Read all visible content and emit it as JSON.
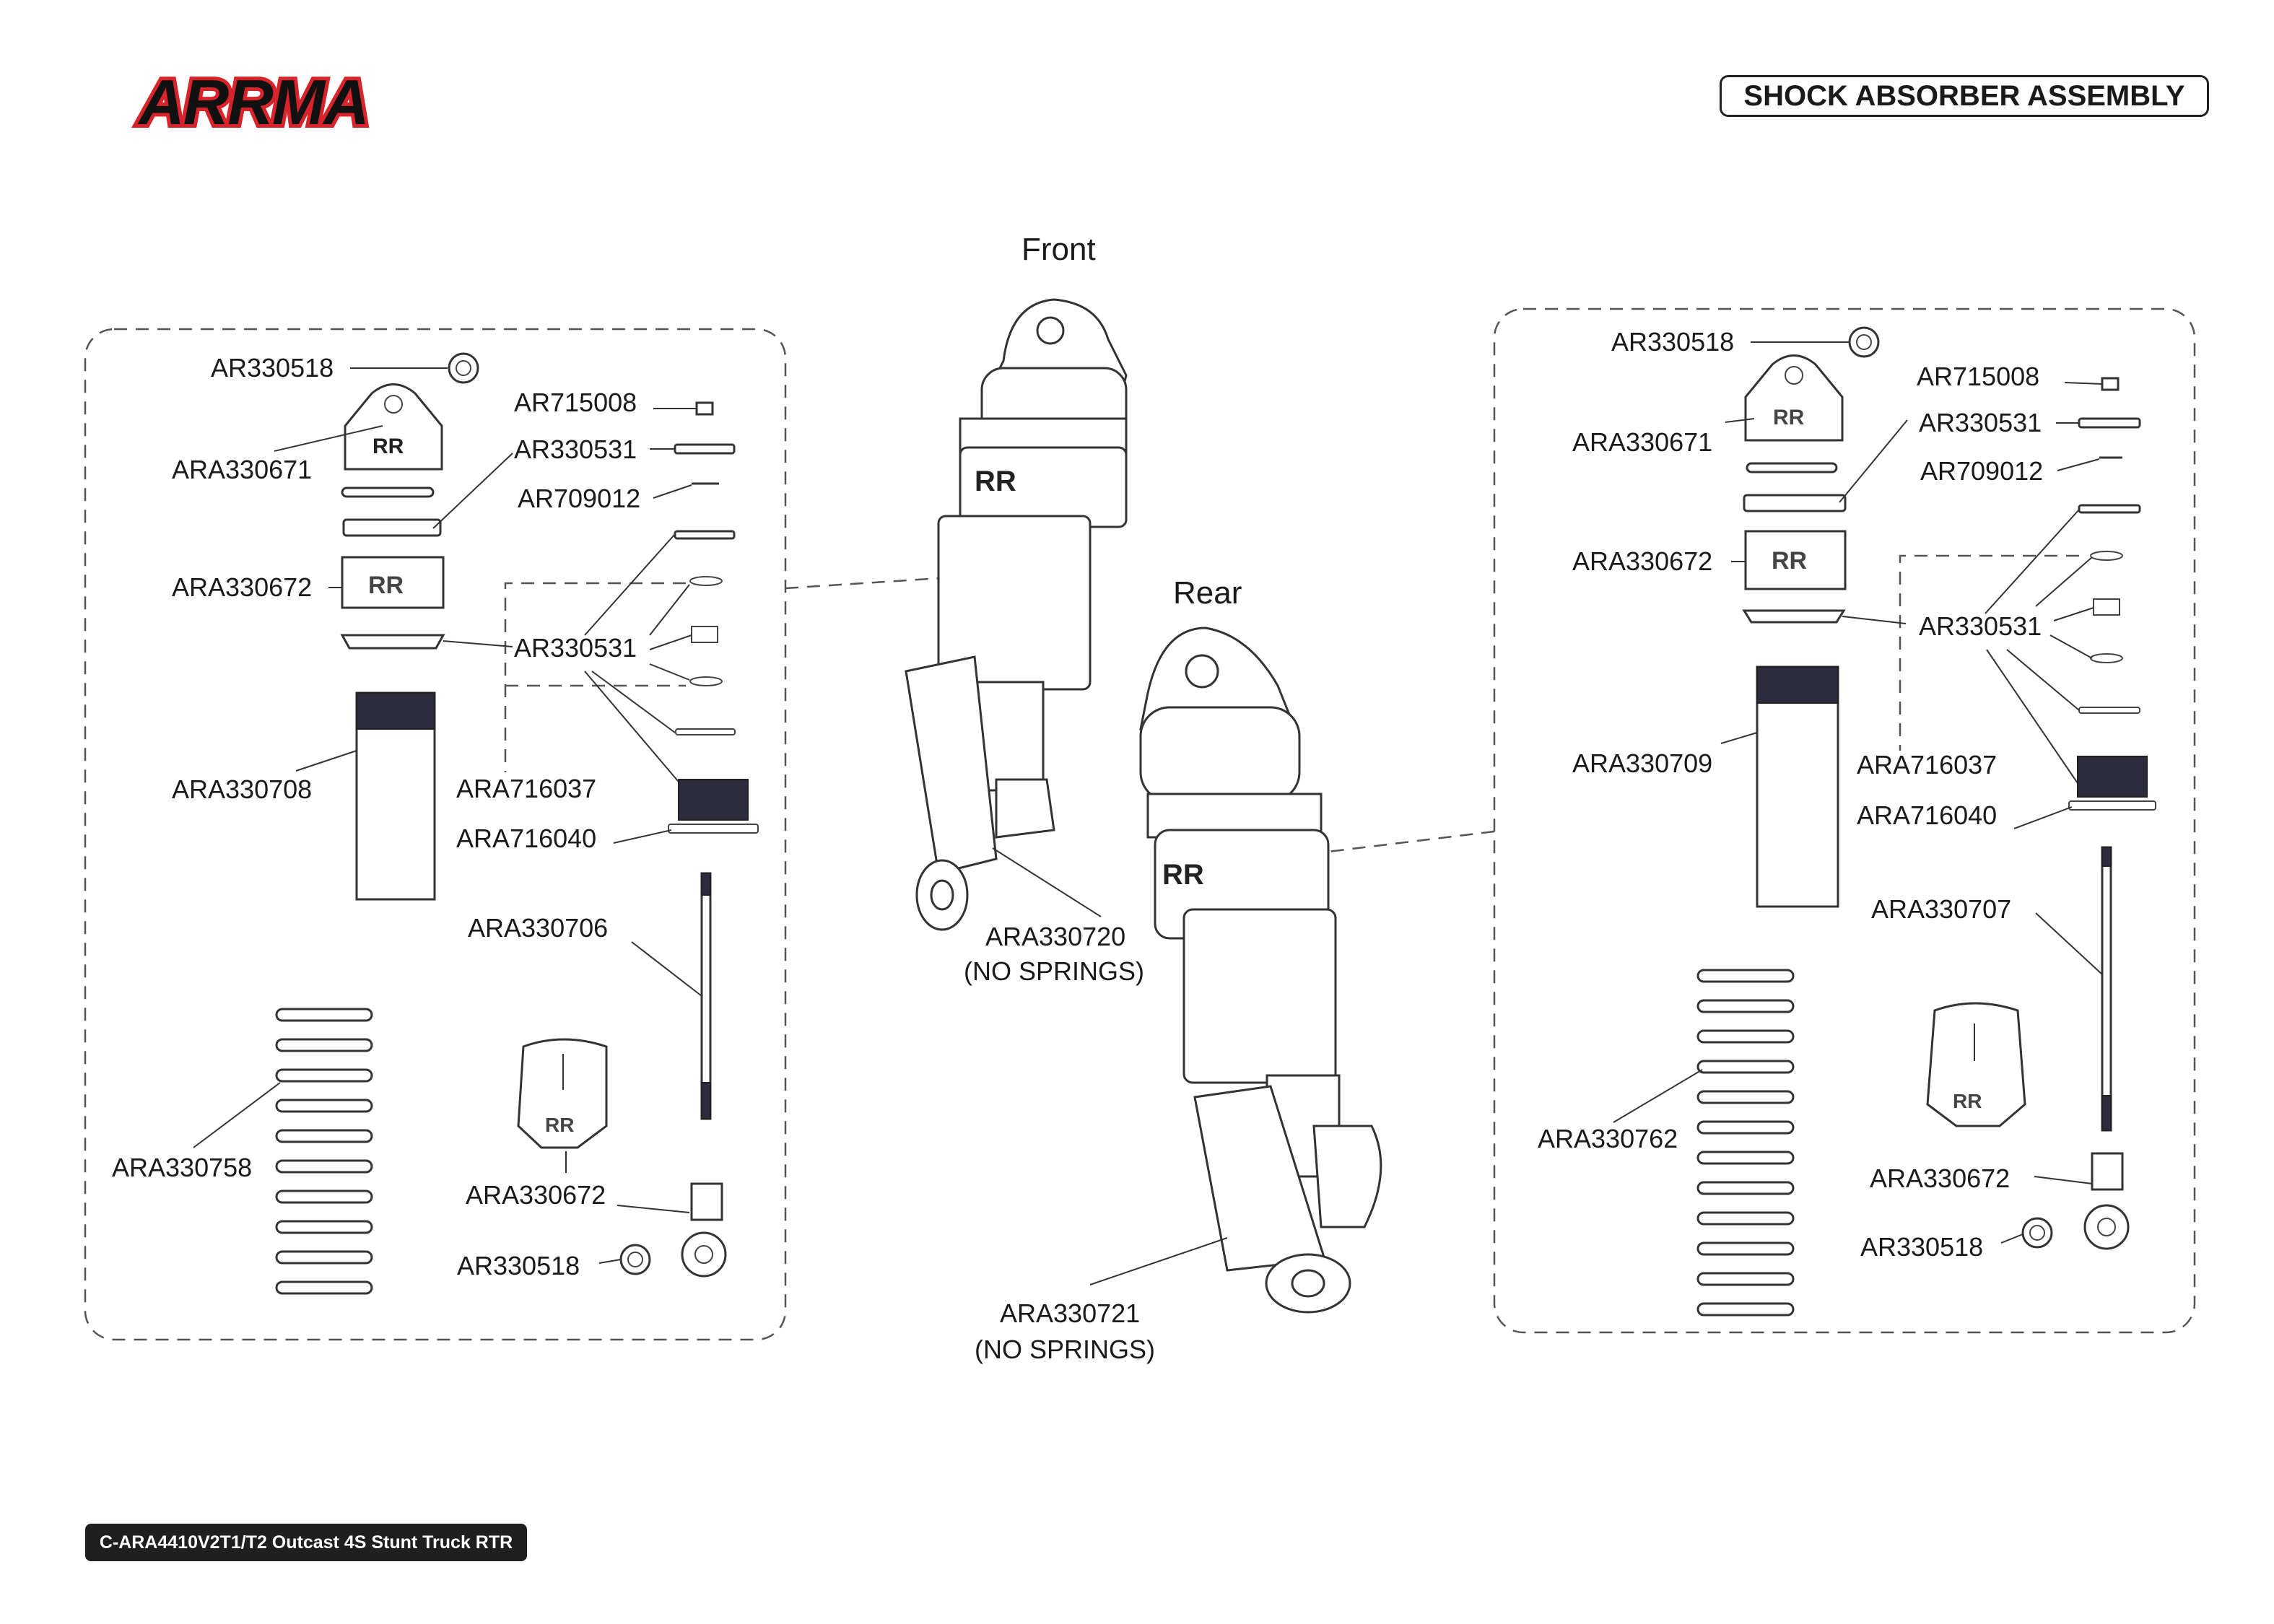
{
  "header": {
    "brand": "ARRMA",
    "title": "SHOCK ABSORBER ASSEMBLY"
  },
  "footer": {
    "model": "C-ARA4410V2T1/T2 Outcast 4S Stunt Truck RTR"
  },
  "assemblies": {
    "front_heading": "Front",
    "rear_heading": "Rear",
    "front_part": "ARA330720",
    "front_note": "(NO SPRINGS)",
    "rear_part": "ARA330721",
    "rear_note": "(NO SPRINGS)"
  },
  "front_parts": {
    "p1": "AR330518",
    "p2": "ARA330671",
    "p3": "AR715008",
    "p4": "AR330531",
    "p5": "AR709012",
    "p6": "ARA330672",
    "p7": "AR330531",
    "p8": "ARA330708",
    "p9": "ARA716037",
    "p10": "ARA716040",
    "p11": "ARA330706",
    "p12": "ARA330758",
    "p13": "ARA330672",
    "p14": "AR330518"
  },
  "rear_parts": {
    "p1": "AR330518",
    "p2": "AR715008",
    "p3": "ARA330671",
    "p4": "AR330531",
    "p5": "AR709012",
    "p6": "ARA330672",
    "p7": "AR330531",
    "p8": "ARA330709",
    "p9": "ARA716037",
    "p10": "ARA716040",
    "p11": "ARA330707",
    "p12": "ARA330762",
    "p13": "ARA330672",
    "p14": "AR330518"
  },
  "colors": {
    "brand_red": "#d8232a",
    "ink": "#1a1a1a",
    "thread_dark": "#2c2c3e"
  }
}
